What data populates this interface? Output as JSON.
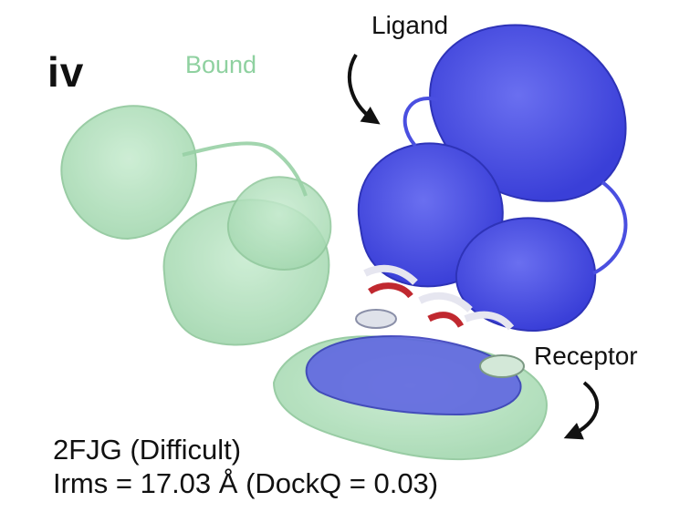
{
  "labels": {
    "panel": "iv",
    "bound": "Bound",
    "ligand": "Ligand",
    "receptor": "Receptor",
    "case": "2FJG (Difficult)",
    "metric": "Irms = 17.03 Å (DockQ = 0.03)"
  },
  "colors": {
    "bound": "#a8dcb4",
    "ligand": "#4a4fe0",
    "interface_red": "#c0282f",
    "interface_white": "#e6e6f0",
    "arrow": "#111111"
  }
}
